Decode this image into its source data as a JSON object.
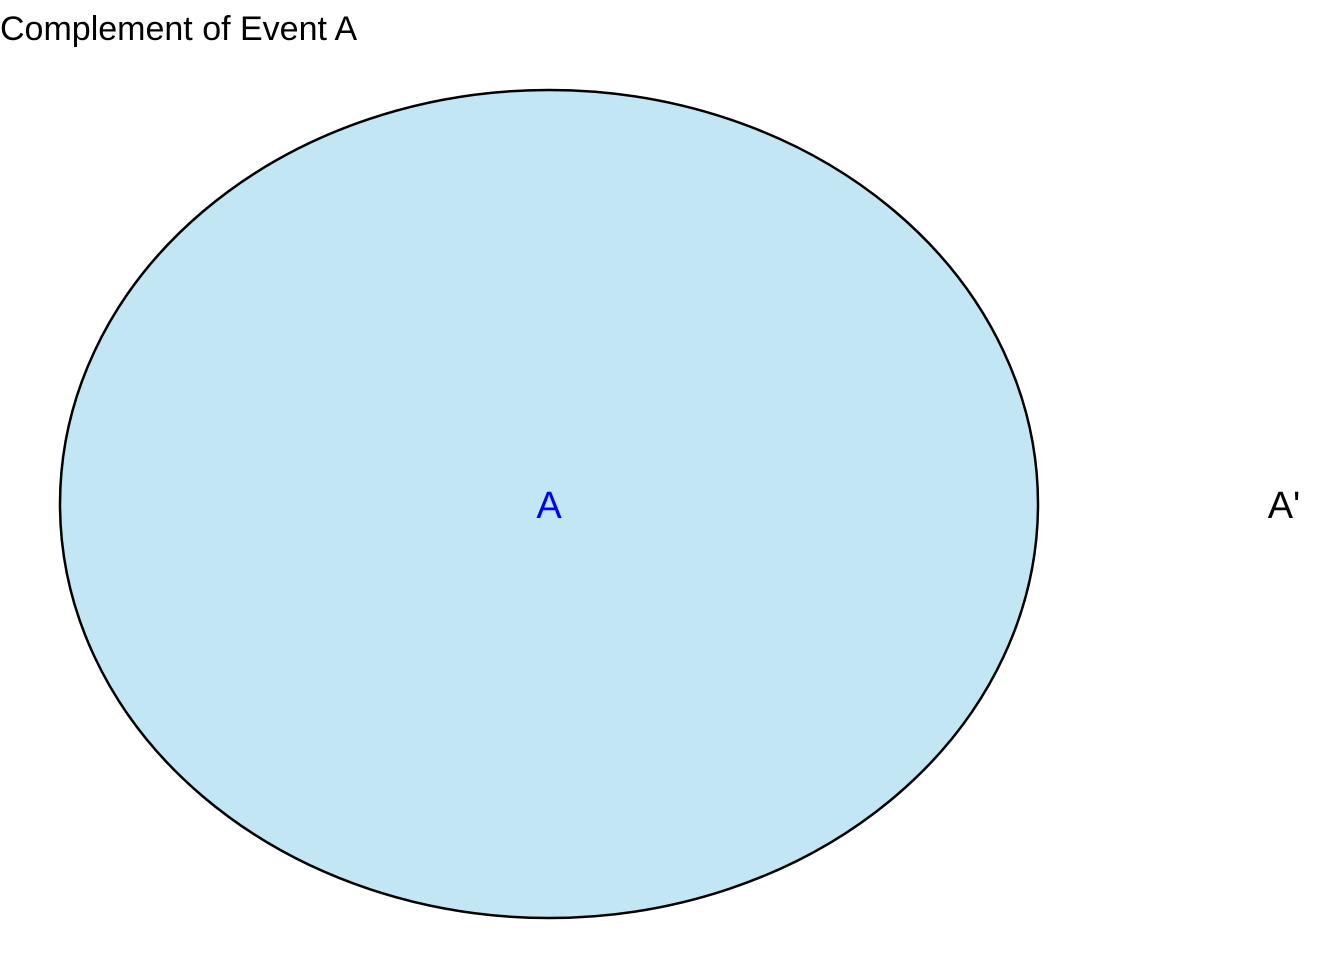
{
  "title": "Complement of Event A",
  "set_a": {
    "label": "A",
    "fill_color": "#c2e6f4",
    "stroke_color": "#000000",
    "label_color": "#0000ff"
  },
  "complement": {
    "label": "A'",
    "label_color": "#000000"
  }
}
